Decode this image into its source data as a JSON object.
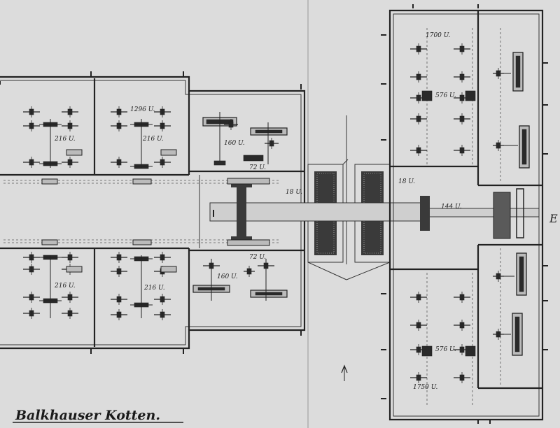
{
  "title": "Balkhauser Kotten.",
  "labels": {
    "rpm_1296": "1296 U.",
    "rpm_216_a": "216 U.",
    "rpm_216_b": "216 U.",
    "rpm_216_c": "216 U.",
    "rpm_216_d": "216 U.",
    "rpm_160_a": "160 U.",
    "rpm_160_b": "160 U.",
    "rpm_72_a": "72 U.",
    "rpm_72_b": "72 U.",
    "rpm_18_a": "18 U.",
    "rpm_18_b": "18 U.",
    "rpm_144": "144 U.",
    "rpm_1700": "1700 U.",
    "rpm_576_a": "576 U.",
    "rpm_576_b": "576 U.",
    "rpm_1750": "1750 U.",
    "edge_letter": "E"
  }
}
